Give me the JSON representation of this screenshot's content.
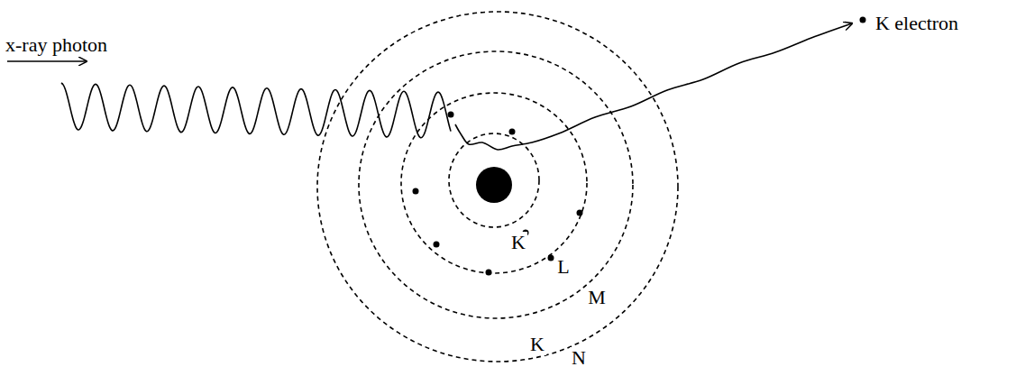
{
  "diagram": {
    "labels": [
      "x-ray photon",
      "K electron",
      "K",
      "L",
      "M",
      "K",
      "N"
    ]
  }
}
